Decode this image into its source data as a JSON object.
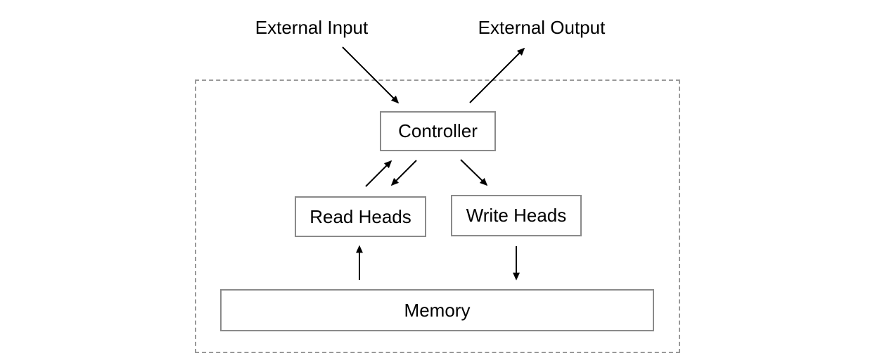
{
  "diagram": {
    "external_labels": {
      "input": "External Input",
      "output": "External Output"
    },
    "nodes": {
      "controller": {
        "label": "Controller"
      },
      "read_heads": {
        "label": "Read Heads"
      },
      "write_heads": {
        "label": "Write Heads"
      },
      "memory": {
        "label": "Memory"
      }
    },
    "edges": [
      {
        "from": "External Input",
        "to": "Controller"
      },
      {
        "from": "Controller",
        "to": "External Output"
      },
      {
        "from": "Read Heads",
        "to": "Controller"
      },
      {
        "from": "Controller",
        "to": "Read Heads"
      },
      {
        "from": "Controller",
        "to": "Write Heads"
      },
      {
        "from": "Memory",
        "to": "Read Heads"
      },
      {
        "from": "Write Heads",
        "to": "Memory"
      }
    ],
    "colors": {
      "background": "#ffffff",
      "box_border": "#8a8a8a",
      "dashed_border": "#999999",
      "arrow": "#000000",
      "text": "#000000"
    }
  }
}
